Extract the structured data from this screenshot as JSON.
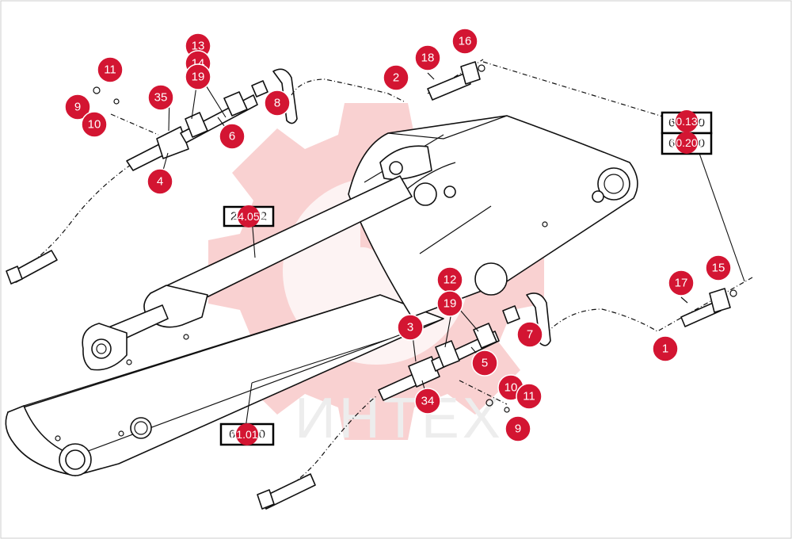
{
  "watermark": {
    "text": "ИНТЕХ",
    "color": "#f4b8b8"
  },
  "accent_color": "#d31532",
  "ref_boxes": [
    {
      "id": "ref-24",
      "text": "24.052"
    },
    {
      "id": "ref-60130",
      "text": "60.130"
    },
    {
      "id": "ref-60200",
      "text": "60.200"
    },
    {
      "id": "ref-61010",
      "text": "61.010"
    }
  ],
  "callouts": [
    {
      "id": "c1",
      "label": "1"
    },
    {
      "id": "c2",
      "label": "2"
    },
    {
      "id": "c3",
      "label": "3"
    },
    {
      "id": "c4",
      "label": "4"
    },
    {
      "id": "c5",
      "label": "5"
    },
    {
      "id": "c6",
      "label": "6"
    },
    {
      "id": "c7",
      "label": "7"
    },
    {
      "id": "c8",
      "label": "8"
    },
    {
      "id": "c9a",
      "label": "9"
    },
    {
      "id": "c9b",
      "label": "9"
    },
    {
      "id": "c10a",
      "label": "10"
    },
    {
      "id": "c10b",
      "label": "10"
    },
    {
      "id": "c11a",
      "label": "11"
    },
    {
      "id": "c11b",
      "label": "11"
    },
    {
      "id": "c12",
      "label": "12"
    },
    {
      "id": "c13",
      "label": "13"
    },
    {
      "id": "c14",
      "label": "14"
    },
    {
      "id": "c15",
      "label": "15"
    },
    {
      "id": "c16",
      "label": "16"
    },
    {
      "id": "c17",
      "label": "17"
    },
    {
      "id": "c18",
      "label": "18"
    },
    {
      "id": "c19a",
      "label": "19"
    },
    {
      "id": "c19b",
      "label": "19"
    },
    {
      "id": "c34",
      "label": "34"
    },
    {
      "id": "c35",
      "label": "35"
    }
  ]
}
